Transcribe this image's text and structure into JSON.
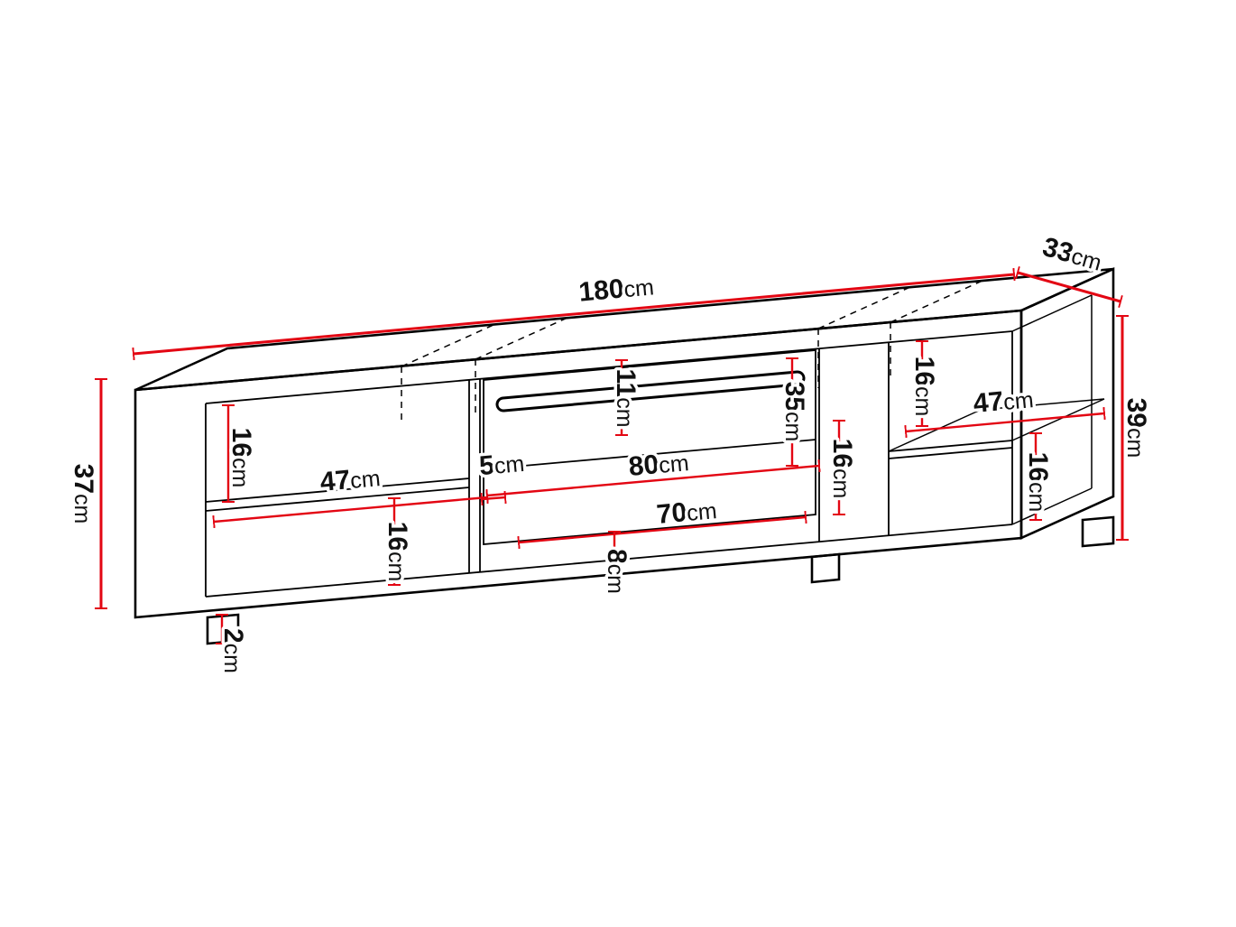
{
  "diagram": {
    "background_color": "#ffffff",
    "outline_color": "#000000",
    "dimension_color": "#e30613",
    "label_color": "#111111",
    "labels": {
      "total_width": {
        "value": "180",
        "unit": "cm"
      },
      "total_depth": {
        "value": "33",
        "unit": "cm"
      },
      "left_height": {
        "value": "37",
        "unit": "cm"
      },
      "right_height": {
        "value": "39",
        "unit": "cm"
      },
      "left_top_compartment": {
        "value": "16",
        "unit": "cm"
      },
      "left_shelf_width": {
        "value": "47",
        "unit": "cm"
      },
      "left_bottom_compartment": {
        "value": "16",
        "unit": "cm"
      },
      "partition_gap": {
        "value": "5",
        "unit": "cm"
      },
      "flap_top_gap": {
        "value": "11",
        "unit": "cm"
      },
      "middle_opening_width": {
        "value": "80",
        "unit": "cm"
      },
      "middle_lower_width": {
        "value": "70",
        "unit": "cm"
      },
      "middle_height": {
        "value": "35",
        "unit": "cm"
      },
      "middle_right_compartment": {
        "value": "16",
        "unit": "cm"
      },
      "middle_bottom_gap": {
        "value": "8",
        "unit": "cm"
      },
      "right_top_compartment": {
        "value": "16",
        "unit": "cm"
      },
      "right_shelf_width": {
        "value": "47",
        "unit": "cm"
      },
      "right_bottom_compartment": {
        "value": "16",
        "unit": "cm"
      },
      "foot_height": {
        "value": "2",
        "unit": "cm"
      }
    }
  }
}
